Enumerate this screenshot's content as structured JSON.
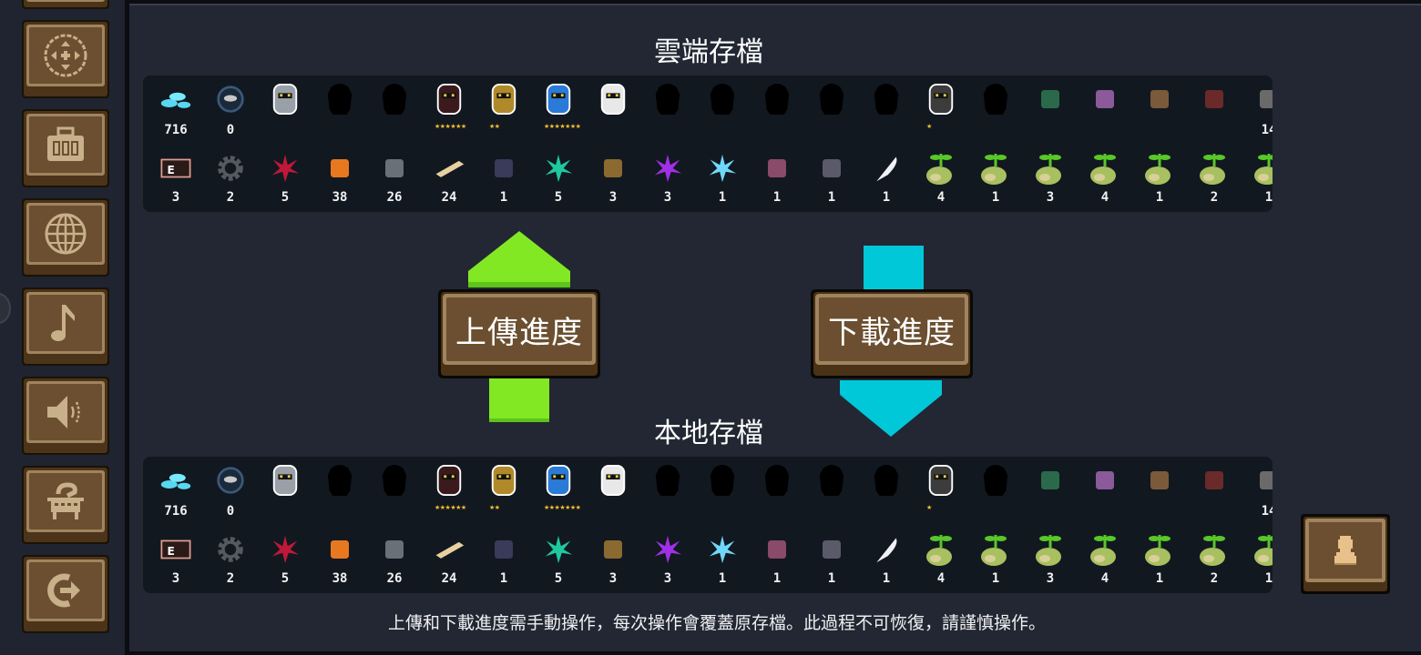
{
  "sidebar": {
    "items": [
      {
        "name": "controls",
        "icon": "dpad-icon"
      },
      {
        "name": "inventory",
        "icon": "toolbox-icon"
      },
      {
        "name": "language",
        "icon": "globe-icon"
      },
      {
        "name": "music",
        "icon": "music-note-icon"
      },
      {
        "name": "sound",
        "icon": "speaker-icon"
      },
      {
        "name": "shop-refresh",
        "icon": "cart-refresh-icon"
      },
      {
        "name": "exit",
        "icon": "exit-icon"
      }
    ]
  },
  "cloud": {
    "title": "雲端存檔",
    "top_row": [
      {
        "icon": "gems-icon",
        "count": "716",
        "color": "#58d8f0"
      },
      {
        "icon": "fish-coin-icon",
        "count": "0",
        "color": "#3a5a7a"
      },
      {
        "icon": "knight-icon",
        "count": "",
        "color": "#9aa0a8"
      },
      {
        "icon": "locked-character-icon",
        "count": "",
        "color": "#000000"
      },
      {
        "icon": "locked-character-icon",
        "count": "",
        "color": "#000000"
      },
      {
        "icon": "assassin-icon",
        "count": "",
        "stars": "★★★★★★",
        "color": "#3a1a1c"
      },
      {
        "icon": "engineer-icon",
        "count": "",
        "stars": "★★",
        "color": "#b08a2a"
      },
      {
        "icon": "robot-icon",
        "count": "",
        "stars": "★★★★★★★",
        "color": "#2a7ad8"
      },
      {
        "icon": "vampire-icon",
        "count": "",
        "color": "#e8e8e8"
      },
      {
        "icon": "locked-character-icon",
        "count": "",
        "color": "#000000"
      },
      {
        "icon": "locked-character-icon",
        "count": "",
        "color": "#000000"
      },
      {
        "icon": "locked-character-icon",
        "count": "",
        "color": "#000000"
      },
      {
        "icon": "locked-character-icon",
        "count": "",
        "color": "#000000"
      },
      {
        "icon": "locked-character-icon",
        "count": "",
        "color": "#000000"
      },
      {
        "icon": "werewolf-icon",
        "count": "",
        "stars": "★",
        "color": "#3c3c3c"
      },
      {
        "icon": "locked-character-icon",
        "count": "",
        "color": "#000000"
      },
      {
        "icon": "green-cabinet-icon",
        "count": "",
        "color": "#2a6a4a"
      },
      {
        "icon": "books-icon",
        "count": "",
        "color": "#8a5a9a"
      },
      {
        "icon": "dirt-pot-icon",
        "count": "",
        "color": "#7a5a3a"
      },
      {
        "icon": "sprout-pot-icon",
        "count": "",
        "color": "#6a2a2a"
      },
      {
        "icon": "grey-item-icon",
        "count": "14",
        "color": "#6a6a6a"
      }
    ],
    "bottom_row": [
      {
        "icon": "card-icon",
        "count": "3",
        "color": "#e0a090"
      },
      {
        "icon": "gear-icon",
        "count": "2",
        "color": "#555a60"
      },
      {
        "icon": "red-crystal-icon",
        "count": "5",
        "color": "#c01838"
      },
      {
        "icon": "orange-ore-icon",
        "count": "38",
        "color": "#e87820"
      },
      {
        "icon": "iron-ore-icon",
        "count": "26",
        "color": "#6a7078"
      },
      {
        "icon": "wood-plank-icon",
        "count": "24",
        "color": "#e8d0a0"
      },
      {
        "icon": "battery-icon",
        "count": "1",
        "color": "#3a3a5a"
      },
      {
        "icon": "teal-crystal-icon",
        "count": "5",
        "color": "#20c8a0"
      },
      {
        "icon": "hammer-icon",
        "count": "3",
        "color": "#8a6a30"
      },
      {
        "icon": "purple-crystal-icon",
        "count": "3",
        "color": "#a030e8"
      },
      {
        "icon": "ice-crystal-icon",
        "count": "1",
        "color": "#70d8f8"
      },
      {
        "icon": "machine-part-icon",
        "count": "1",
        "color": "#8a4a6a"
      },
      {
        "icon": "device-icon",
        "count": "1",
        "color": "#5a5a6a"
      },
      {
        "icon": "feather-icon",
        "count": "1",
        "color": "#f0f0f8"
      },
      {
        "icon": "seed-bag-blue-icon",
        "count": "4",
        "color": "#a8c060"
      },
      {
        "icon": "seed-bag-flower-icon",
        "count": "1",
        "color": "#a8c060"
      },
      {
        "icon": "seed-bag-stem-icon",
        "count": "3",
        "color": "#a8c060"
      },
      {
        "icon": "seed-bag-carrot-icon",
        "count": "4",
        "color": "#a8c060"
      },
      {
        "icon": "seed-bag-stem-icon",
        "count": "1",
        "color": "#a8c060"
      },
      {
        "icon": "seed-bag-root-icon",
        "count": "2",
        "color": "#a8c060"
      },
      {
        "icon": "seed-bag-icon",
        "count": "1",
        "color": "#a8c060"
      }
    ]
  },
  "local": {
    "title": "本地存檔",
    "top_row": [
      {
        "icon": "gems-icon",
        "count": "716",
        "color": "#58d8f0"
      },
      {
        "icon": "fish-coin-icon",
        "count": "0",
        "color": "#3a5a7a"
      },
      {
        "icon": "knight-icon",
        "count": "",
        "color": "#9aa0a8"
      },
      {
        "icon": "locked-character-icon",
        "count": "",
        "color": "#000000"
      },
      {
        "icon": "locked-character-icon",
        "count": "",
        "color": "#000000"
      },
      {
        "icon": "assassin-icon",
        "count": "",
        "stars": "★★★★★★",
        "color": "#3a1a1c"
      },
      {
        "icon": "engineer-icon",
        "count": "",
        "stars": "★★",
        "color": "#b08a2a"
      },
      {
        "icon": "robot-icon",
        "count": "",
        "stars": "★★★★★★★",
        "color": "#2a7ad8"
      },
      {
        "icon": "vampire-icon",
        "count": "",
        "color": "#e8e8e8"
      },
      {
        "icon": "locked-character-icon",
        "count": "",
        "color": "#000000"
      },
      {
        "icon": "locked-character-icon",
        "count": "",
        "color": "#000000"
      },
      {
        "icon": "locked-character-icon",
        "count": "",
        "color": "#000000"
      },
      {
        "icon": "locked-character-icon",
        "count": "",
        "color": "#000000"
      },
      {
        "icon": "locked-character-icon",
        "count": "",
        "color": "#000000"
      },
      {
        "icon": "werewolf-icon",
        "count": "",
        "stars": "★",
        "color": "#3c3c3c"
      },
      {
        "icon": "locked-character-icon",
        "count": "",
        "color": "#000000"
      },
      {
        "icon": "green-cabinet-icon",
        "count": "",
        "color": "#2a6a4a"
      },
      {
        "icon": "books-icon",
        "count": "",
        "color": "#8a5a9a"
      },
      {
        "icon": "dirt-pot-icon",
        "count": "",
        "color": "#7a5a3a"
      },
      {
        "icon": "sprout-pot-icon",
        "count": "",
        "color": "#6a2a2a"
      },
      {
        "icon": "grey-item-icon",
        "count": "14",
        "color": "#6a6a6a"
      }
    ],
    "bottom_row": [
      {
        "icon": "card-icon",
        "count": "3",
        "color": "#e0a090"
      },
      {
        "icon": "gear-icon",
        "count": "2",
        "color": "#555a60"
      },
      {
        "icon": "red-crystal-icon",
        "count": "5",
        "color": "#c01838"
      },
      {
        "icon": "orange-ore-icon",
        "count": "38",
        "color": "#e87820"
      },
      {
        "icon": "iron-ore-icon",
        "count": "26",
        "color": "#6a7078"
      },
      {
        "icon": "wood-plank-icon",
        "count": "24",
        "color": "#e8d0a0"
      },
      {
        "icon": "battery-icon",
        "count": "1",
        "color": "#3a3a5a"
      },
      {
        "icon": "teal-crystal-icon",
        "count": "5",
        "color": "#20c8a0"
      },
      {
        "icon": "hammer-icon",
        "count": "3",
        "color": "#8a6a30"
      },
      {
        "icon": "purple-crystal-icon",
        "count": "3",
        "color": "#a030e8"
      },
      {
        "icon": "ice-crystal-icon",
        "count": "1",
        "color": "#70d8f8"
      },
      {
        "icon": "machine-part-icon",
        "count": "1",
        "color": "#8a4a6a"
      },
      {
        "icon": "device-icon",
        "count": "1",
        "color": "#5a5a6a"
      },
      {
        "icon": "feather-icon",
        "count": "1",
        "color": "#f0f0f8"
      },
      {
        "icon": "seed-bag-blue-icon",
        "count": "4",
        "color": "#a8c060"
      },
      {
        "icon": "seed-bag-flower-icon",
        "count": "1",
        "color": "#a8c060"
      },
      {
        "icon": "seed-bag-stem-icon",
        "count": "3",
        "color": "#a8c060"
      },
      {
        "icon": "seed-bag-carrot-icon",
        "count": "4",
        "color": "#a8c060"
      },
      {
        "icon": "seed-bag-stem-icon",
        "count": "1",
        "color": "#a8c060"
      },
      {
        "icon": "seed-bag-root-icon",
        "count": "2",
        "color": "#a8c060"
      },
      {
        "icon": "seed-bag-icon",
        "count": "1",
        "color": "#a8c060"
      }
    ]
  },
  "actions": {
    "upload_label": "上傳進度",
    "download_label": "下載進度",
    "upload_color": "#82e824",
    "download_color": "#00c8d8"
  },
  "notice": "上傳和下載進度需手動操作，每次操作會覆蓋原存檔。此過程不可恢復，請謹慎操作。",
  "colors": {
    "background": "#222733",
    "panel": "#121820",
    "button_face": "#6b4f30",
    "button_rim": "#a0845e",
    "icon_tan": "#c8b08a"
  }
}
